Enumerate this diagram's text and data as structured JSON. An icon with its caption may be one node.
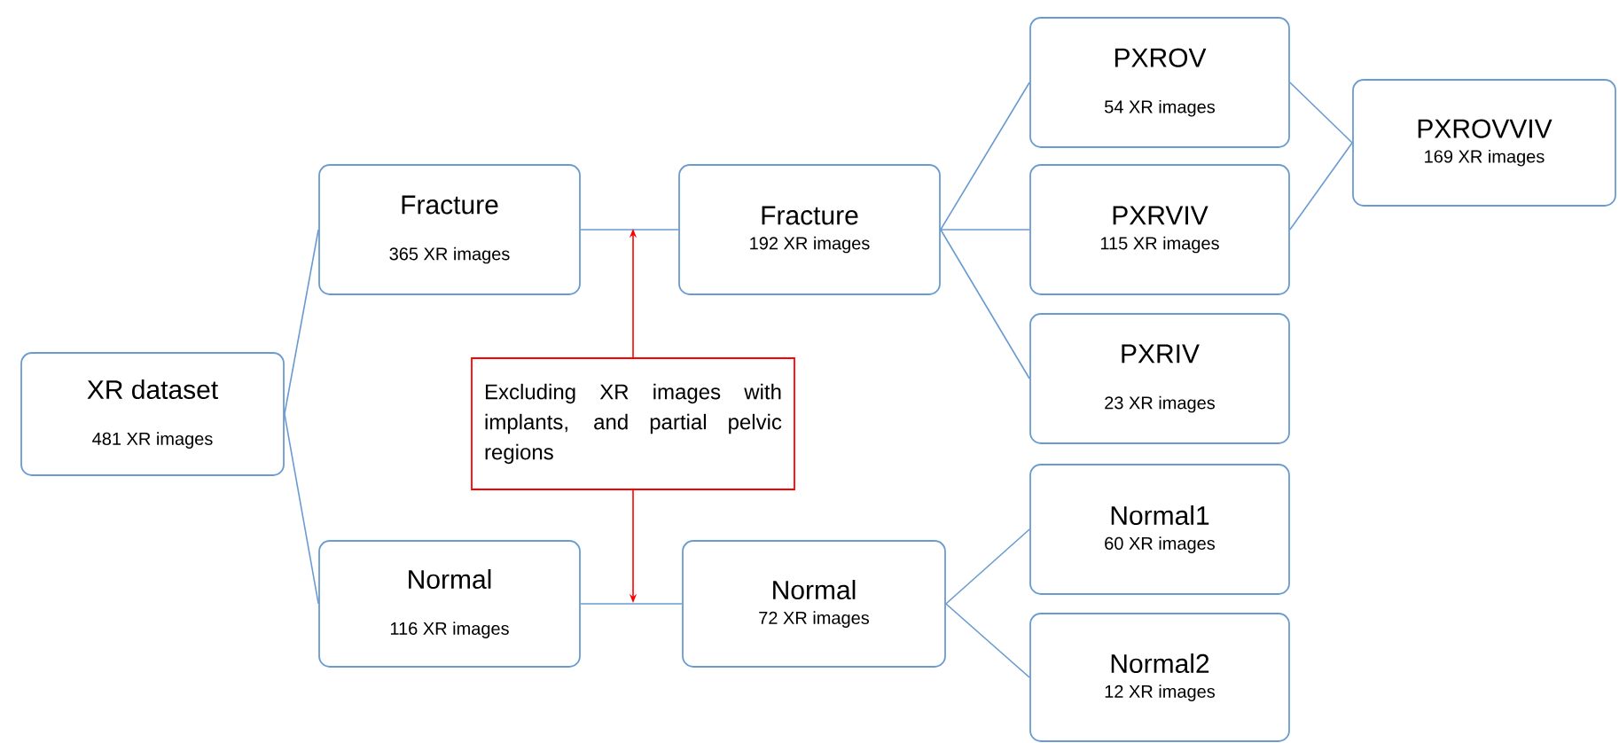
{
  "diagram": {
    "nodes": [
      {
        "text": [
          "XR dataset",
          "481 XR images"
        ]
      },
      {
        "text": [
          "Fracture",
          "365 XR images"
        ]
      },
      {
        "text": [
          "Normal",
          "116 XR images"
        ]
      },
      {
        "text": [
          "Fracture",
          "192 XR images"
        ]
      },
      {
        "text": [
          "Normal",
          "72 XR images"
        ]
      },
      {
        "text": [
          "PXROV",
          "54 XR images"
        ]
      },
      {
        "text": [
          "PXRVIV",
          "115 XR images"
        ]
      },
      {
        "text": [
          "PXRIV",
          "23 XR images"
        ]
      },
      {
        "text": [
          "Normal1",
          "60 XR images"
        ]
      },
      {
        "text": [
          "Normal2",
          "12 XR images"
        ]
      },
      {
        "text": [
          "PXROVVIV",
          "169 XR images"
        ]
      },
      {
        "text": [
          "Excluding XR images with implants, and partial pelvic regions"
        ]
      }
    ],
    "edges": [
      {
        "from": 0,
        "to": 1,
        "arrow": "none"
      },
      {
        "from": 0,
        "to": 2,
        "arrow": "none"
      },
      {
        "from": 1,
        "to": 3,
        "arrow": "none"
      },
      {
        "from": 2,
        "to": 4,
        "arrow": "none"
      },
      {
        "from": 3,
        "to": 5,
        "arrow": "none"
      },
      {
        "from": 3,
        "to": 6,
        "arrow": "none"
      },
      {
        "from": 3,
        "to": 7,
        "arrow": "none"
      },
      {
        "from": 4,
        "to": 8,
        "arrow": "none"
      },
      {
        "from": 4,
        "to": 9,
        "arrow": "none"
      },
      {
        "from": 5,
        "to": 10,
        "arrow": "none"
      },
      {
        "from": 6,
        "to": 10,
        "arrow": "none"
      },
      {
        "from": 11,
        "to": null,
        "arrow": "to",
        "color": "#ff0000"
      },
      {
        "from": 11,
        "to": null,
        "arrow": "to",
        "color": "#ff0000"
      }
    ]
  }
}
